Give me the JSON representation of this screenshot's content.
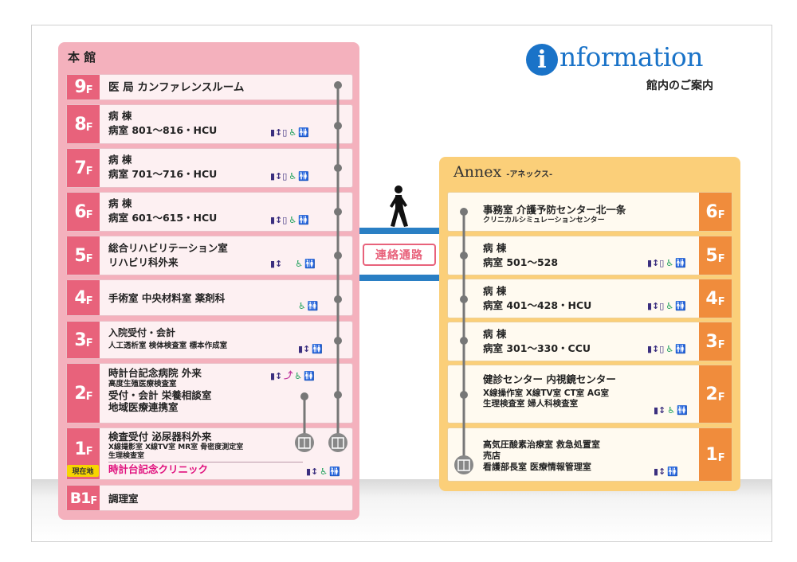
{
  "header": {
    "logo_letter": "i",
    "logo_word": "nformation",
    "subtitle": "館内のご案内"
  },
  "main": {
    "title": "本 館",
    "floors": [
      {
        "floor": "9",
        "unit": "F",
        "lines": [
          "医 局  カンファレンスルーム"
        ]
      },
      {
        "floor": "8",
        "unit": "F",
        "lines": [
          "病 棟",
          "病室  801～816・HCU"
        ]
      },
      {
        "floor": "7",
        "unit": "F",
        "lines": [
          "病 棟",
          "病室  701～716・HCU"
        ]
      },
      {
        "floor": "6",
        "unit": "F",
        "lines": [
          "病 棟",
          "病室  601～615・HCU"
        ]
      },
      {
        "floor": "5",
        "unit": "F",
        "lines": [
          "総合リハビリテーション室",
          "リハビリ科外来"
        ]
      },
      {
        "floor": "4",
        "unit": "F",
        "lines": [
          "手術室  中央材料室  薬剤科"
        ]
      },
      {
        "floor": "3",
        "unit": "F",
        "lines": [
          "入院受付・会計",
          "人工透析室 検体検査室 標本作成室"
        ]
      },
      {
        "floor": "2",
        "unit": "F",
        "lines": [
          "時計台記念病院  外来",
          "高度生殖医療検査室",
          "受付・会計 栄養相談室",
          "地域医療連携室"
        ]
      },
      {
        "floor": "1",
        "unit": "F",
        "lines": [
          "検査受付  泌尿器科外来",
          "X線撮影室 X線TV室 MR室 骨密度測定室",
          "生理検査室",
          "時計台記念クリニック"
        ],
        "here_label": "現在地"
      },
      {
        "floor": "B1",
        "unit": "F",
        "lines": [
          "調理室"
        ]
      }
    ]
  },
  "annex": {
    "title": "Annex",
    "title_kana": "-アネックス-",
    "floors": [
      {
        "floor": "6",
        "unit": "F",
        "lines": [
          "事務室  介護予防センター北一条",
          "クリニカルシミュレーションセンター"
        ]
      },
      {
        "floor": "5",
        "unit": "F",
        "lines": [
          "病 棟",
          "病室  501～528"
        ]
      },
      {
        "floor": "4",
        "unit": "F",
        "lines": [
          "病 棟",
          "病室  401～428・HCU"
        ]
      },
      {
        "floor": "3",
        "unit": "F",
        "lines": [
          "病 棟",
          "病室  301～330・CCU"
        ]
      },
      {
        "floor": "2",
        "unit": "F",
        "lines": [
          "健診センター  内視鏡センター",
          "X線操作室 X線TV室 CT室 AG室",
          "生理検査室 婦人科検査室"
        ]
      },
      {
        "floor": "1",
        "unit": "F",
        "lines": [
          "高気圧酸素治療室  救急処置室",
          "売店",
          "看護部長室  医療情報管理室"
        ]
      }
    ]
  },
  "corridor": {
    "label": "連絡通路"
  },
  "colors": {
    "main_bg": "#f4b1bd",
    "main_badge": "#e8627b",
    "annex_bg": "#fbcf79",
    "annex_badge": "#f08c3c",
    "corridor": "#2a7fc4",
    "logo": "#1a73c8",
    "clinic_text": "#e0107d"
  }
}
